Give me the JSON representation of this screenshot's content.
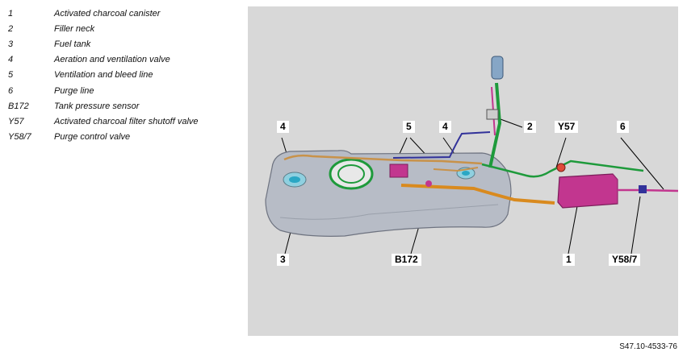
{
  "legend": [
    {
      "key": "1",
      "text": "Activated charcoal canister"
    },
    {
      "key": "2",
      "text": "Filler neck"
    },
    {
      "key": "3",
      "text": "Fuel tank"
    },
    {
      "key": "4",
      "text": "Aeration and ventilation valve"
    },
    {
      "key": "5",
      "text": "Ventilation and bleed line"
    },
    {
      "key": "6",
      "text": "Purge line"
    },
    {
      "key": "B172",
      "text": "Tank pressure sensor"
    },
    {
      "key": "Y57",
      "text": "Activated charcoal filter shutoff valve"
    },
    {
      "key": "Y58/7",
      "text": "Purge control valve"
    }
  ],
  "callouts": {
    "c4_left": "4",
    "c5": "5",
    "c4_right": "4",
    "c2": "2",
    "cY57": "Y57",
    "c6": "6",
    "c3": "3",
    "cB172": "B172",
    "c1": "1",
    "cY58_7": "Y58/7"
  },
  "figure_id": "S47.10-4533-76",
  "colors": {
    "tank": "#b7bcc6",
    "canister": "#c2368f",
    "purge_line": "#c2368f",
    "vent_line": "#c8924a",
    "green_line": "#1e9a3b",
    "blue_line": "#32329a",
    "orange_line": "#d98a1e",
    "valve": "#2aa7c4"
  }
}
